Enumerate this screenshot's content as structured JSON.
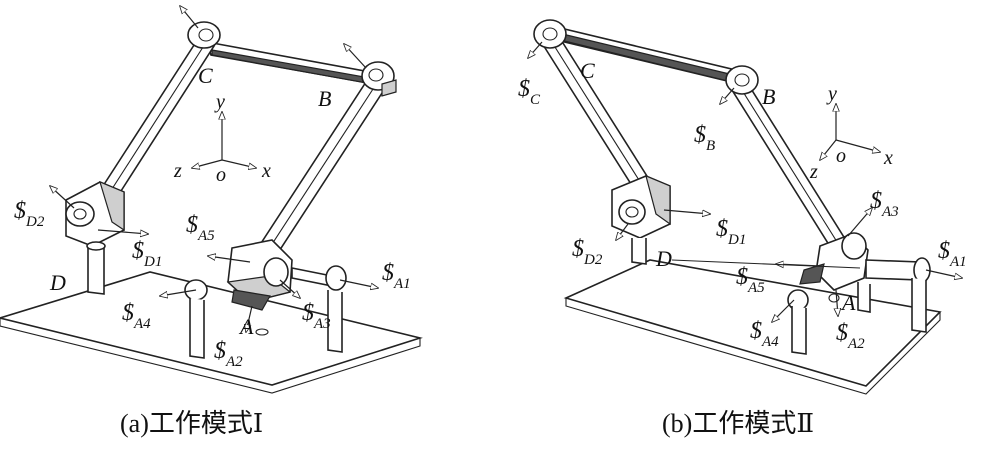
{
  "figure": {
    "panel_a": {
      "caption": "(a)工作模式Ⅰ",
      "axes": {
        "x": "x",
        "y": "y",
        "z": "z",
        "origin": "o"
      },
      "joints": {
        "A": "A",
        "B": "B",
        "C": "C",
        "D": "D"
      },
      "screws": {
        "A1": {
          "sym": "$",
          "sub": "A1"
        },
        "A2": {
          "sym": "$",
          "sub": "A2"
        },
        "A3": {
          "sym": "$",
          "sub": "A3"
        },
        "A4": {
          "sym": "$",
          "sub": "A4"
        },
        "A5": {
          "sym": "$",
          "sub": "A5"
        },
        "D1": {
          "sym": "$",
          "sub": "D1"
        },
        "D2": {
          "sym": "$",
          "sub": "D2"
        }
      }
    },
    "panel_b": {
      "caption": "(b)工作模式Ⅱ",
      "axes": {
        "x": "x",
        "y": "y",
        "z": "z",
        "origin": "o"
      },
      "joints": {
        "A": "A",
        "B": "B",
        "C": "C",
        "D": "D"
      },
      "screws": {
        "A1": {
          "sym": "$",
          "sub": "A1"
        },
        "A2": {
          "sym": "$",
          "sub": "A2"
        },
        "A3": {
          "sym": "$",
          "sub": "A3"
        },
        "A4": {
          "sym": "$",
          "sub": "A4"
        },
        "A5": {
          "sym": "$",
          "sub": "A5"
        },
        "B": {
          "sym": "$",
          "sub": "B"
        },
        "C": {
          "sym": "$",
          "sub": "C"
        },
        "D1": {
          "sym": "$",
          "sub": "D1"
        },
        "D2": {
          "sym": "$",
          "sub": "D2"
        }
      }
    }
  }
}
